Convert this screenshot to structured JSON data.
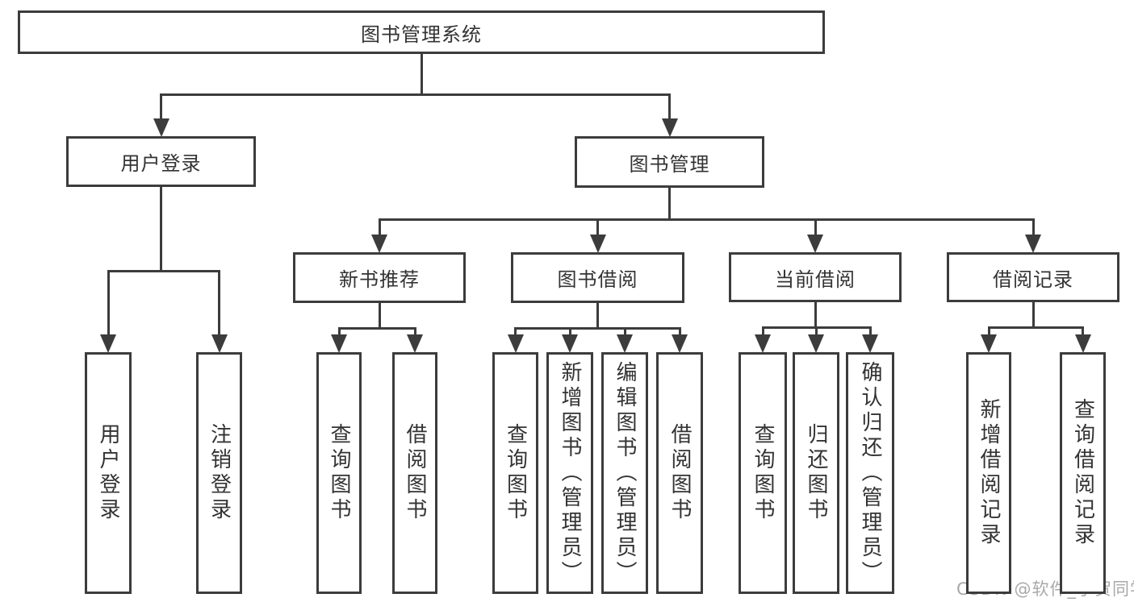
{
  "diagram_title": "图书管理系统",
  "nodes": [
    {
      "id": "root",
      "label": "图书管理系统",
      "parent": null,
      "writing": "horizontal"
    },
    {
      "id": "user-login",
      "label": "用户登录",
      "parent": "root",
      "writing": "horizontal"
    },
    {
      "id": "book-mgmt",
      "label": "图书管理",
      "parent": "root",
      "writing": "horizontal"
    },
    {
      "id": "new-book",
      "label": "新书推荐",
      "parent": "book-mgmt",
      "writing": "horizontal"
    },
    {
      "id": "book-borrow",
      "label": "图书借阅",
      "parent": "book-mgmt",
      "writing": "horizontal"
    },
    {
      "id": "current-borrow",
      "label": "当前借阅",
      "parent": "book-mgmt",
      "writing": "horizontal"
    },
    {
      "id": "borrow-record",
      "label": "借阅记录",
      "parent": "book-mgmt",
      "writing": "horizontal"
    },
    {
      "id": "leaf-user-login",
      "label": "用户登录",
      "parent": "user-login",
      "writing": "vertical"
    },
    {
      "id": "leaf-logout",
      "label": "注销登录",
      "parent": "user-login",
      "writing": "vertical"
    },
    {
      "id": "leaf-nb-query",
      "label": "查询图书",
      "parent": "new-book",
      "writing": "vertical"
    },
    {
      "id": "leaf-nb-borrow",
      "label": "借阅图书",
      "parent": "new-book",
      "writing": "vertical"
    },
    {
      "id": "leaf-bb-query",
      "label": "查询图书",
      "parent": "book-borrow",
      "writing": "vertical"
    },
    {
      "id": "leaf-bb-add",
      "label": "新增图书（管理员）",
      "parent": "book-borrow",
      "writing": "vertical"
    },
    {
      "id": "leaf-bb-edit",
      "label": "编辑图书（管理员）",
      "parent": "book-borrow",
      "writing": "vertical"
    },
    {
      "id": "leaf-bb-borrow",
      "label": "借阅图书",
      "parent": "book-borrow",
      "writing": "vertical"
    },
    {
      "id": "leaf-cb-query",
      "label": "查询图书",
      "parent": "current-borrow",
      "writing": "vertical"
    },
    {
      "id": "leaf-cb-return",
      "label": "归还图书",
      "parent": "current-borrow",
      "writing": "vertical"
    },
    {
      "id": "leaf-cb-confirm",
      "label": "确认归还（管理员）",
      "parent": "current-borrow",
      "writing": "vertical"
    },
    {
      "id": "leaf-br-add",
      "label": "新增借阅记录",
      "parent": "borrow-record",
      "writing": "vertical"
    },
    {
      "id": "leaf-br-query",
      "label": "查询借阅记录",
      "parent": "borrow-record",
      "writing": "vertical"
    }
  ],
  "watermark": {
    "text": "CSDN @软件_小贺同学"
  },
  "colors": {
    "background": "#ffffff",
    "box_border": "#3c3c3c",
    "connector_line": "#3c3c3c",
    "text": "#333333",
    "watermark_text": "#a9a9a9"
  }
}
